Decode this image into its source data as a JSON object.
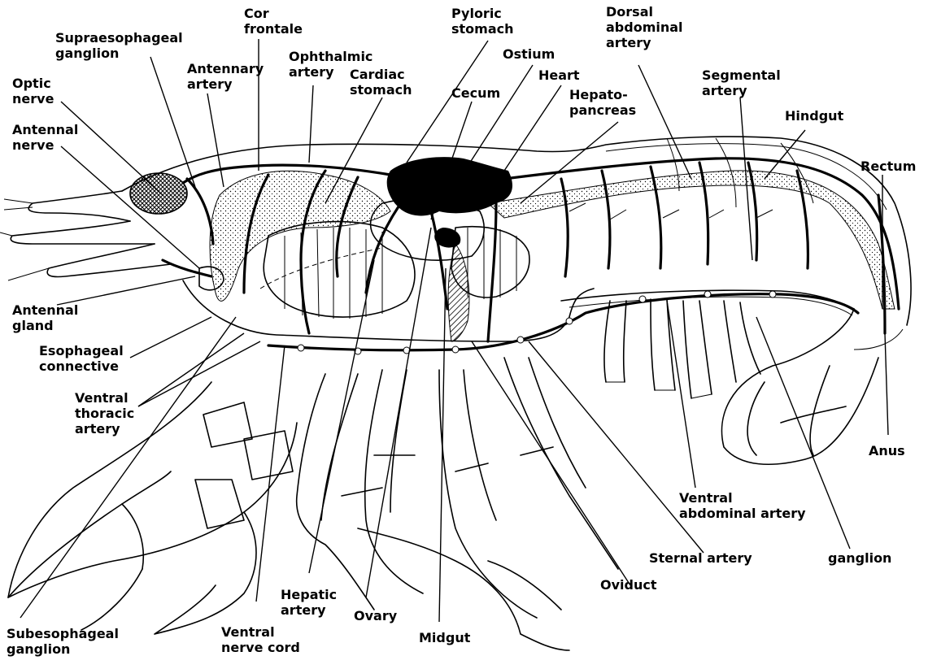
{
  "labels": {
    "cor_frontale": [
      "Cor",
      "frontale"
    ],
    "pyloric_stomach": [
      "Pyloric",
      "stomach"
    ],
    "dorsal_abdominal_artery": [
      "Dorsal",
      "abdominal",
      "artery"
    ],
    "supraesophageal_ganglion": [
      "Supraesophageal",
      "ganglion"
    ],
    "antennary_artery": [
      "Antennary",
      "artery"
    ],
    "ophthalmic_artery": [
      "Ophthalmic",
      "artery"
    ],
    "ostium": [
      "Ostium"
    ],
    "cardiac_stomach": [
      "Cardiac",
      "stomach"
    ],
    "cecum": [
      "Cecum"
    ],
    "heart": [
      "Heart"
    ],
    "optic_nerve": [
      "Optic",
      "nerve"
    ],
    "segmental_artery": [
      "Segmental",
      "artery"
    ],
    "hepatopancreas": [
      "Hepato-",
      "pancreas"
    ],
    "hindgut": [
      "Hindgut"
    ],
    "antennal_nerve": [
      "Antennal",
      "nerve"
    ],
    "rectum": [
      "Rectum"
    ],
    "antennal_gland": [
      "Antennal",
      "gland"
    ],
    "esophageal_connective": [
      "Esophageal",
      "connective"
    ],
    "ventral_thoracic_artery": [
      "Ventral",
      "thoracic",
      "artery"
    ],
    "anus": [
      "Anus"
    ],
    "ventral_abdominal_artery": [
      "Ventral",
      "abdominal  artery"
    ],
    "sternal_artery": [
      "Sternal artery"
    ],
    "ganglion": [
      "ganglion"
    ],
    "oviduct": [
      "Oviduct"
    ],
    "hepatic_artery": [
      "Hepatic",
      "artery"
    ],
    "ovary": [
      "Ovary"
    ],
    "midgut": [
      "Midgut"
    ],
    "subesophageal_ganglion": [
      "Subesophageal",
      "ganglion"
    ],
    "ventral_nerve_cord": [
      "Ventral",
      "nerve cord"
    ]
  }
}
